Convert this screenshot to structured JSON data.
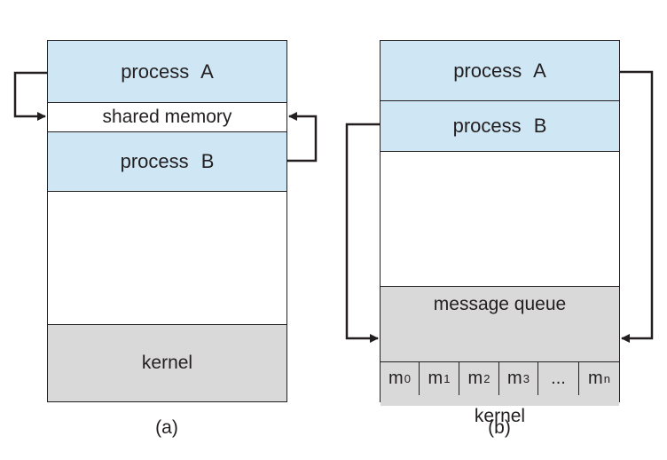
{
  "diagram_a": {
    "process_a": "process  A",
    "shared_memory": "shared memory",
    "process_b": "process  B",
    "kernel": "kernel",
    "caption": "(a)"
  },
  "diagram_b": {
    "process_a": "process  A",
    "process_b": "process  B",
    "message_queue": "message queue",
    "messages": [
      {
        "base": "m",
        "sub": "0"
      },
      {
        "base": "m",
        "sub": "1"
      },
      {
        "base": "m",
        "sub": "2"
      },
      {
        "base": "m",
        "sub": "3"
      },
      {
        "base": "...",
        "sub": ""
      },
      {
        "base": "m",
        "sub": "n"
      }
    ],
    "kernel": "kernel",
    "caption": "(b)"
  },
  "colors": {
    "process": "#cfe7f5",
    "kernel": "#d9d9d9",
    "stroke": "#231f20"
  }
}
